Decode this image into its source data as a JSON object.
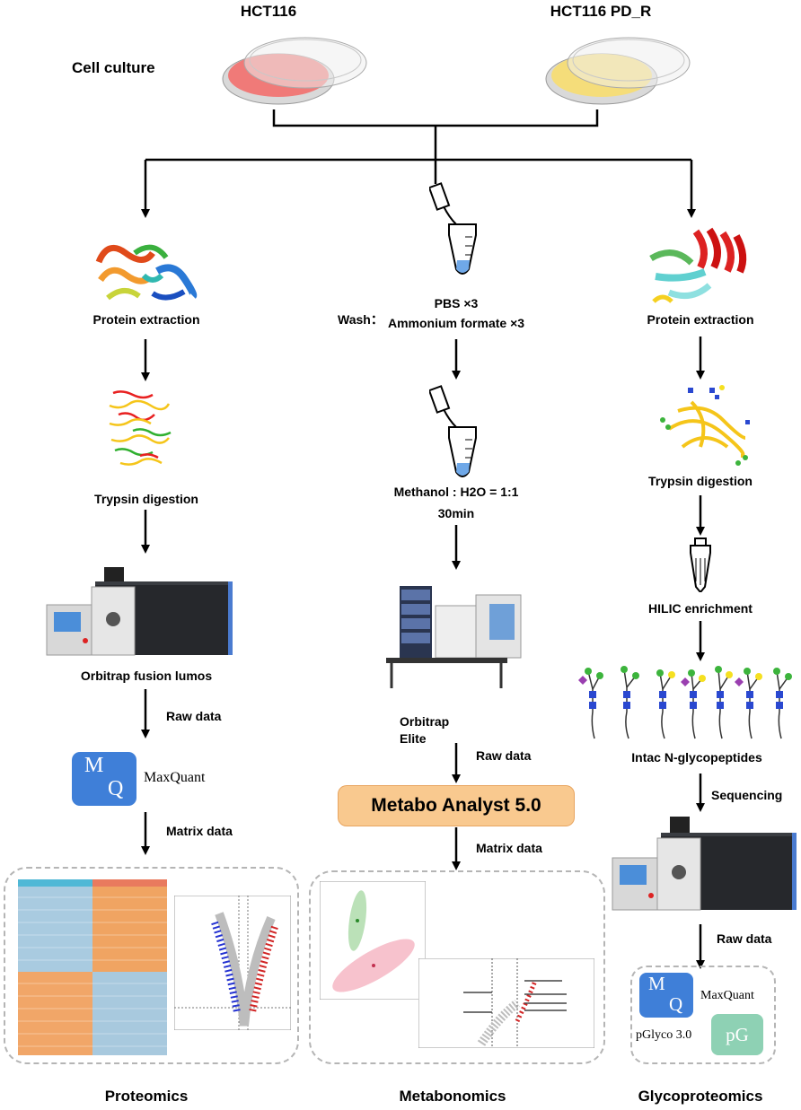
{
  "cell_lines": {
    "left": "HCT116",
    "right": "HCT116 PD_R"
  },
  "cell_culture_label": "Cell culture",
  "proteomics": {
    "step1": "Protein extraction",
    "step2": "Trypsin digestion",
    "instrument": "Orbitrap fusion lumos",
    "edge1": "Raw data",
    "software_logo_letters": "MQ",
    "software": "MaxQuant",
    "edge2": "Matrix data",
    "title": "Proteomics"
  },
  "metabonomics": {
    "wash_label": "Wash：",
    "wash1": "PBS ×3",
    "wash2": "Ammonium formate ×3",
    "extract1": "Methanol : H2O = 1:1",
    "extract2": "30min",
    "instrument_line1": "Orbitrap",
    "instrument_line2": "Elite",
    "edge1": "Raw data",
    "software": "Metabo Analyst 5.0",
    "edge2": "Matrix data",
    "title": "Metabonomics"
  },
  "glycoproteomics": {
    "step1": "Protein extraction",
    "step2": "Trypsin digestion",
    "step3": "HILIC enrichment",
    "step4": "Intac N-glycopeptides",
    "edge1": "Sequencing",
    "edge2": "Raw data",
    "software1": "MaxQuant",
    "software1_logo_letters": "MQ",
    "software2": "pGlyco 3.0",
    "software2_logo": "pG",
    "title": "Glycoproteomics"
  },
  "colors": {
    "dish_left": "#f07a78",
    "dish_right": "#f5dd7a",
    "mq_logo": "#3f7fd8",
    "pg_logo": "#8ed1b4",
    "metabo_box": "#f9c98f",
    "panel_border": "#b5b5b5"
  }
}
